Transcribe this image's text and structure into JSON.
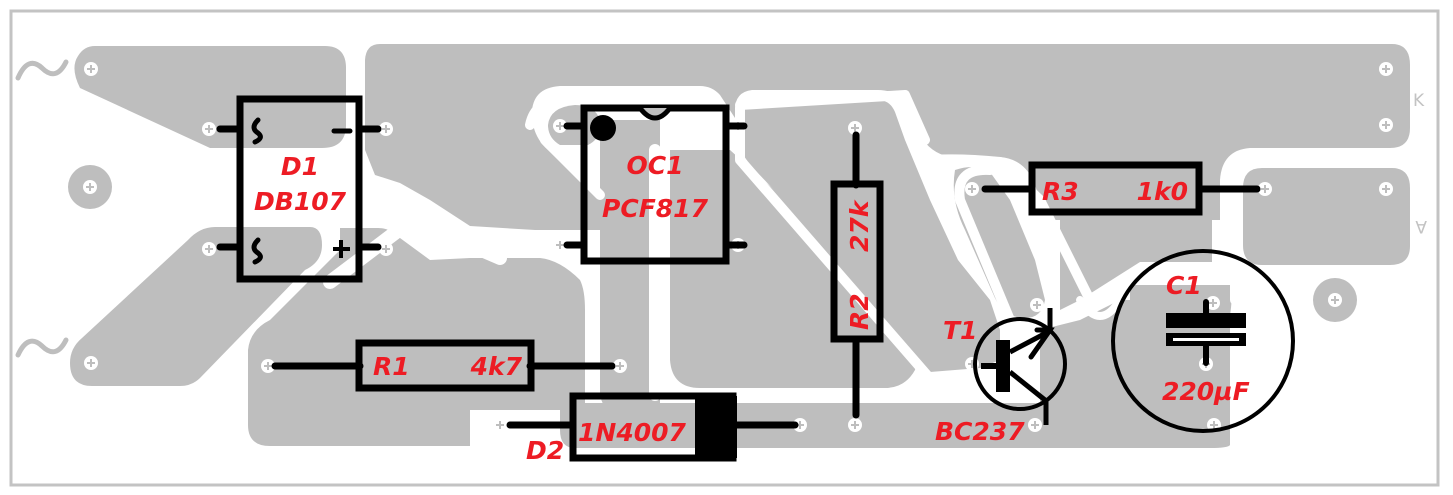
{
  "title": "Optocoupler interface PCB layout",
  "colors": {
    "copper": "#bebebe",
    "label": "#ed1c24",
    "outline": "#c3c3c3",
    "silk": "#000000"
  },
  "connectors": {
    "ac_symbol_1": "~",
    "ac_symbol_2": "~",
    "k_label": "K",
    "a_label": "A"
  },
  "components": {
    "D1": {
      "ref": "D1",
      "value": "DB107",
      "pin_ac1": "~",
      "pin_ac2": "~",
      "pin_minus": "−",
      "pin_plus": "+"
    },
    "OC1": {
      "ref": "OC1",
      "value": "PCF817"
    },
    "R1": {
      "ref": "R1",
      "value": "4k7"
    },
    "R2": {
      "ref": "R2",
      "value": "27k"
    },
    "R3": {
      "ref": "R3",
      "value": "1k0"
    },
    "D2": {
      "ref": "D2",
      "value": "1N4007"
    },
    "T1": {
      "ref": "T1",
      "value": "BC237"
    },
    "C1": {
      "ref": "C1",
      "value": "220µF"
    }
  }
}
